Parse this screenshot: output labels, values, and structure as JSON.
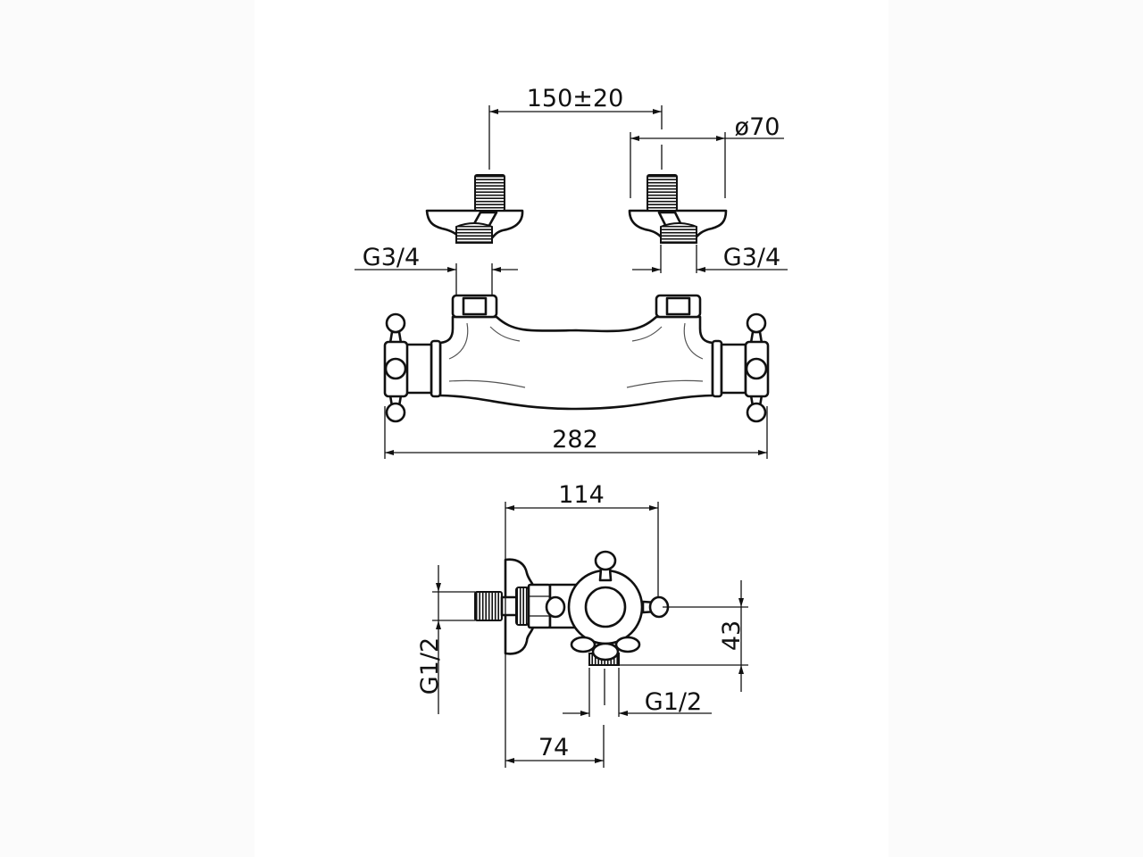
{
  "drawing": {
    "title": "Thermostatic shower mixer dimension drawing",
    "dimensions": {
      "inlet_spacing": "150±20",
      "escutcheon_diameter": "ø70",
      "inlet_thread_left": "G3/4",
      "inlet_thread_right": "G3/4",
      "overall_width": "282",
      "depth": "114",
      "outlet_offset": "43",
      "side_thread": "G1/2",
      "outlet_thread": "G1/2",
      "wall_to_outlet": "74"
    },
    "colors": {
      "line": "#111111",
      "background": "#ffffff"
    }
  }
}
